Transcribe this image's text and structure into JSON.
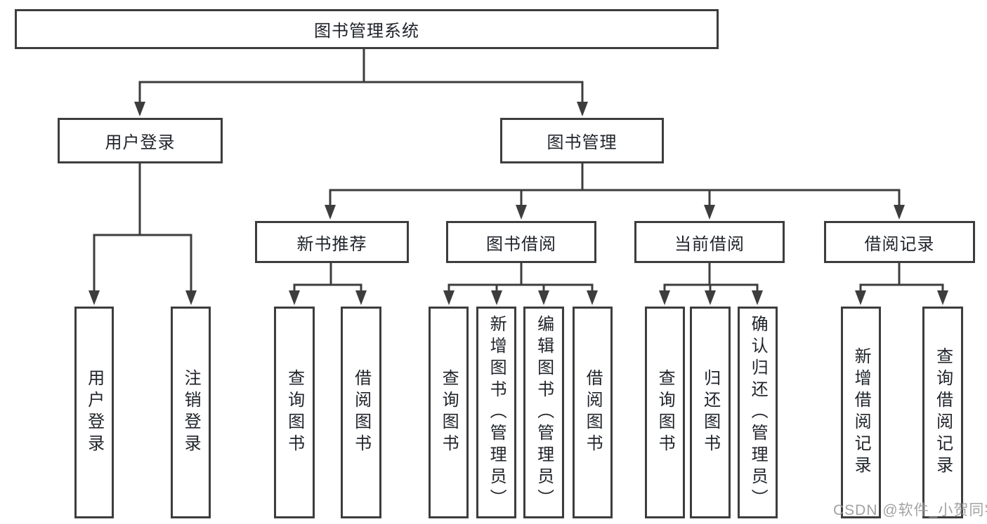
{
  "diagram": {
    "title": "图书管理系统",
    "watermark": "CSDN @软件_小贺同学",
    "colors": {
      "line": "#3d3d3d",
      "box_border": "#3d3d3d",
      "text": "#1f2329",
      "watermark": "#9b9b9b",
      "background": "#ffffff"
    },
    "tree": {
      "root": {
        "label": "图书管理系统",
        "children": [
          {
            "label": "用户登录",
            "children": [
              {
                "label": "用户登录"
              },
              {
                "label": "注销登录"
              }
            ]
          },
          {
            "label": "图书管理",
            "children": [
              {
                "label": "新书推荐",
                "children": [
                  {
                    "label": "查询图书"
                  },
                  {
                    "label": "借阅图书"
                  }
                ]
              },
              {
                "label": "图书借阅",
                "children": [
                  {
                    "label": "查询图书"
                  },
                  {
                    "label": "新增图书（管理员）"
                  },
                  {
                    "label": "编辑图书（管理员）"
                  },
                  {
                    "label": "借阅图书"
                  }
                ]
              },
              {
                "label": "当前借阅",
                "children": [
                  {
                    "label": "查询图书"
                  },
                  {
                    "label": "归还图书"
                  },
                  {
                    "label": "确认归还（管理员）"
                  }
                ]
              },
              {
                "label": "借阅记录",
                "children": [
                  {
                    "label": "新增借阅记录"
                  },
                  {
                    "label": "查询借阅记录"
                  }
                ]
              }
            ]
          }
        ]
      }
    }
  }
}
